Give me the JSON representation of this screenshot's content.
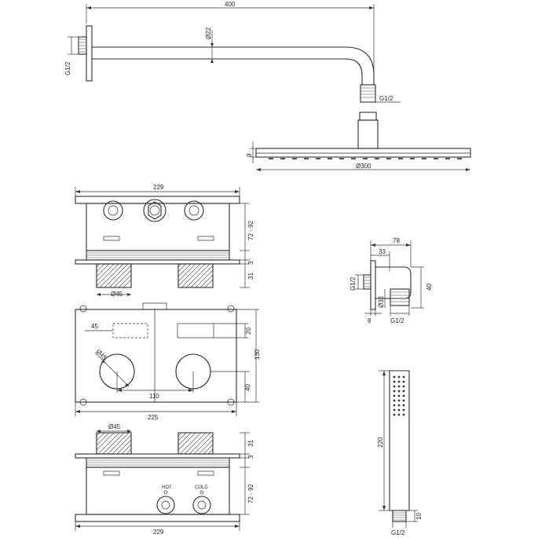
{
  "labels": {
    "arm_length": "400",
    "arm_diameter": "Ø22",
    "wall_thread": "G1/2",
    "head_thread": "G1/2",
    "head_thickness": "9",
    "head_diameter": "Ø300",
    "top_view_width": "229",
    "top_view_depth": "72 - 92",
    "top_view_plate": "3",
    "top_view_knob_depth": "31",
    "top_view_knob_dia": "Ø45",
    "front_cut_width": "45",
    "front_cut_height": "20",
    "front_knob_dia": "Ø45",
    "front_height": "130",
    "front_knob_offset": "40",
    "front_knob_spacing": "110",
    "front_width": "225",
    "bottom_knob_dia": "Ø45",
    "bottom_knob_depth": "31",
    "bottom_plate": "3",
    "bottom_depth": "72 - 92",
    "bottom_width": "229",
    "hot_label": "HOT",
    "cold_label": "COLD",
    "outlet_width": "78",
    "outlet_offset": "33",
    "outlet_thread_left": "G1/2",
    "outlet_height": "40",
    "outlet_dia": "Ø32",
    "outlet_base": "8",
    "outlet_thread_bottom": "G1/2",
    "handshower_length": "220",
    "handshower_tip": "10",
    "handshower_thread": "G1/2"
  }
}
